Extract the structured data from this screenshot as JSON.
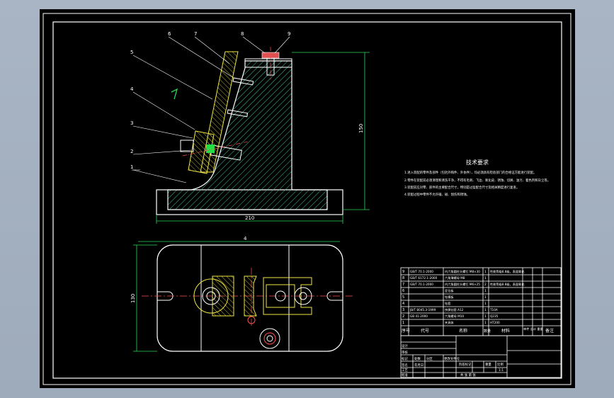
{
  "balloons": [
    "1",
    "2",
    "3",
    "4",
    "5",
    "6",
    "7",
    "8",
    "9"
  ],
  "dimensions": {
    "height_main": "150",
    "width_main": "210",
    "width_plan": "4",
    "height_plan": "130"
  },
  "tech_req": {
    "title": "技术要求",
    "lines": [
      "1.进入装配的零件及部件（包括外购件、外协件），均必须具有检验部门的合格证方能进行装配。",
      "2.零件在装配前必须清理和清洗干净，不得有毛刺、飞边、氧化皮、锈蚀、切屑、油污、着色剂和灰尘等。",
      "3.装配前应对零、部件的主要配合尺寸，特别是过盈配合尺寸及相关精度进行复查。",
      "4.装配过程中零件不允许磕、碰、划伤和锈蚀。"
    ]
  },
  "bom": {
    "rows": [
      {
        "no": "9",
        "code": "GB/T 70.1-2000",
        "name": "内六角圆柱头螺钉 M8×30",
        "qty": "1",
        "material": "性能等级8.8级，表面氧化"
      },
      {
        "no": "8",
        "code": "GB/T 6172.1-2000",
        "name": "六角薄螺母 M8",
        "qty": "1",
        "material": ""
      },
      {
        "no": "7",
        "code": "GB/T 70.1-2000",
        "name": "内六角圆柱头螺钉 M6×25",
        "qty": "2",
        "material": "性能等级8.8级，表面氧化"
      },
      {
        "no": "6",
        "code": "",
        "name": "定位板",
        "qty": "1",
        "material": ""
      },
      {
        "no": "5",
        "code": "",
        "name": "钻模板",
        "qty": "1",
        "material": ""
      },
      {
        "no": "4",
        "code": "",
        "name": "钻套",
        "qty": "1",
        "material": ""
      },
      {
        "no": "3",
        "code": "JB/T 8045.3-1999",
        "name": "快换钻套 A12",
        "qty": "1",
        "material": "T10A"
      },
      {
        "no": "2",
        "code": "GB 41-2000",
        "name": "六角螺母 M10",
        "qty": "1",
        "material": "Q235"
      },
      {
        "no": "1",
        "code": "",
        "name": "夹具体",
        "qty": "1",
        "material": "HT200"
      }
    ],
    "header": {
      "no": "序号",
      "code": "代号",
      "name": "名称",
      "qty": "数量",
      "material": "材料",
      "weight": "单件 总计 重量",
      "remark": "备注"
    }
  },
  "title_block": {
    "labels": [
      "标记",
      "处数",
      "分区",
      "更改文件号",
      "签名",
      "年月日"
    ],
    "stage": "阶段标记",
    "weight": "重量",
    "scale": "比例",
    "scale_value": "1:1",
    "sheet": "共 张 第 张",
    "roles": [
      "设计",
      "审核",
      "工艺",
      "批准"
    ]
  }
}
